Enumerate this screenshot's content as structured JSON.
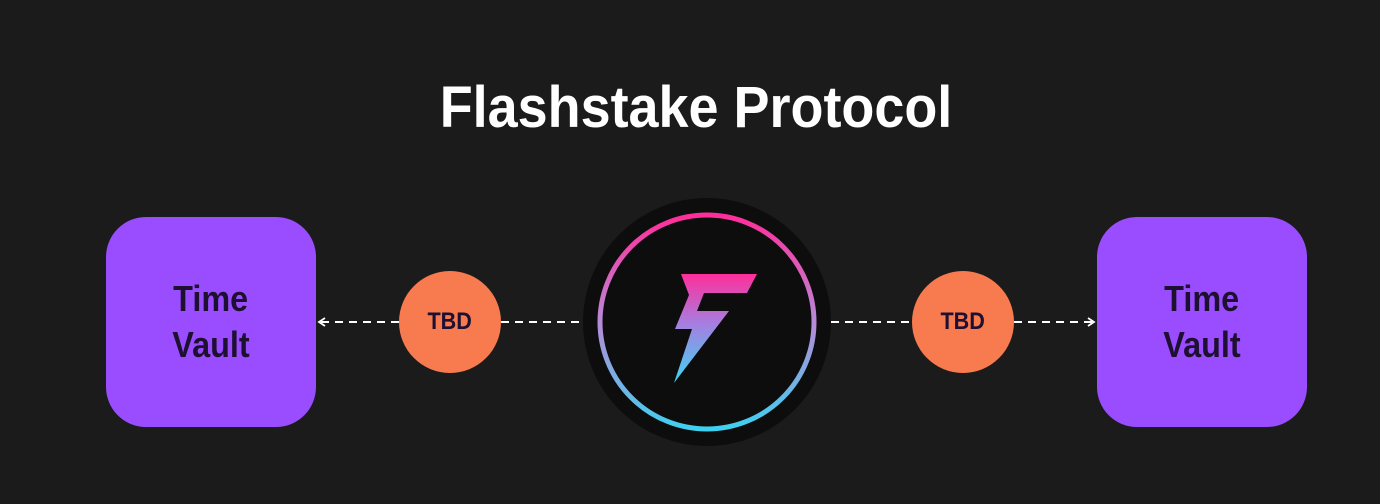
{
  "title": "Flashstake Protocol",
  "nodes": {
    "left_vault": {
      "line1": "Time",
      "line2": "Vault"
    },
    "right_vault": {
      "line1": "Time",
      "line2": "Vault"
    },
    "left_tbd": {
      "label": "TBD"
    },
    "right_tbd": {
      "label": "TBD"
    },
    "center_logo": {
      "icon": "flashstake-lightning-icon"
    }
  },
  "colors": {
    "background": "#1b1b1b",
    "vault": "#9a4dff",
    "tbd": "#f87a4f",
    "ring_top": "#ff2e9a",
    "ring_bottom": "#3fd0ef",
    "logo_bg": "#0d0d0d",
    "connector": "#ffffff"
  }
}
